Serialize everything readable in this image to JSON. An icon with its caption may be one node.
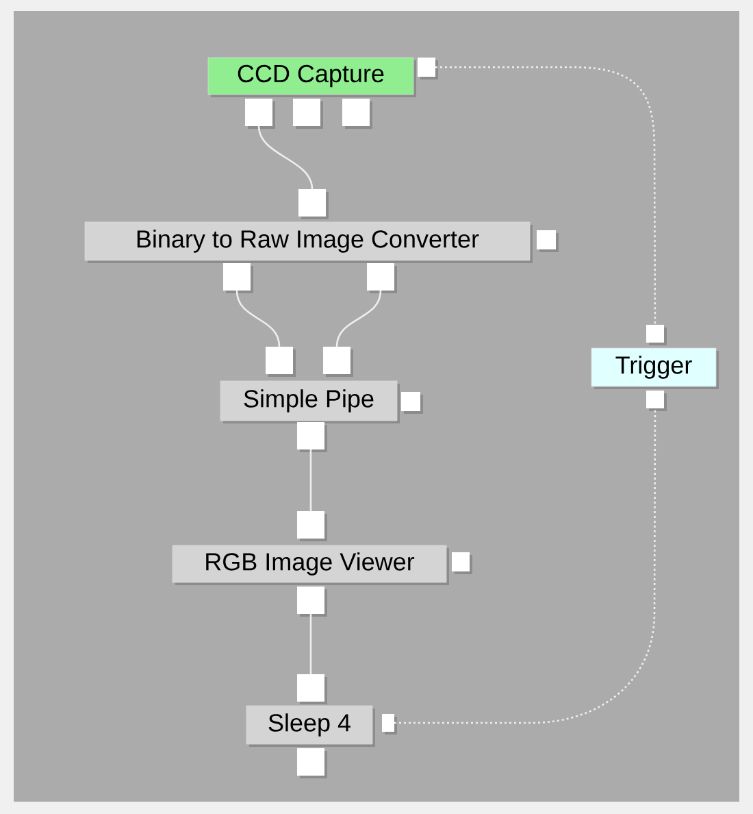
{
  "diagram": {
    "nodes": [
      {
        "text": [
          "CCD Capture"
        ]
      },
      {
        "text": [
          "Binary to Raw Image Converter"
        ]
      },
      {
        "text": [
          "Simple Pipe"
        ]
      },
      {
        "text": [
          "RGB Image Viewer"
        ]
      },
      {
        "text": [
          "Sleep 4"
        ]
      },
      {
        "text": [
          "Trigger"
        ]
      }
    ],
    "edges": [
      {
        "from": 0,
        "to": 1,
        "arrow": "none"
      },
      {
        "from": 1,
        "to": 2,
        "arrow": "none"
      },
      {
        "from": 1,
        "to": 2,
        "arrow": "none"
      },
      {
        "from": 2,
        "to": 3,
        "arrow": "none"
      },
      {
        "from": 3,
        "to": 4,
        "arrow": "none"
      },
      {
        "from": 0,
        "to": 5,
        "arrow": "none",
        "style": "dashed"
      },
      {
        "from": 4,
        "to": 5,
        "arrow": "none",
        "style": "dashed"
      }
    ]
  }
}
